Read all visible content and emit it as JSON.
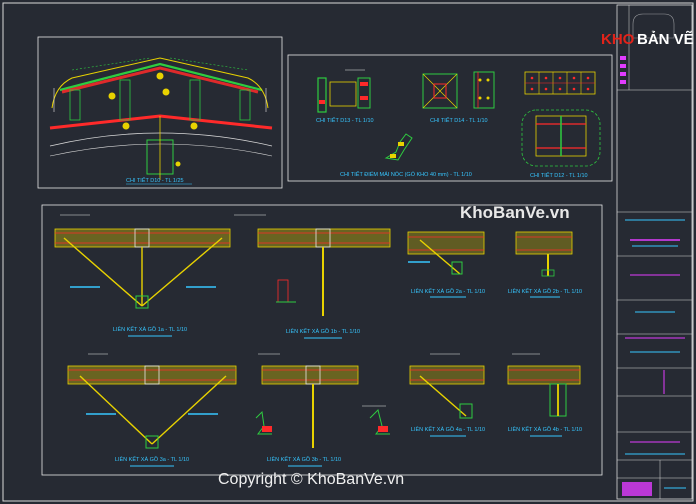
{
  "logo": {
    "part1": "KHO",
    "part2": "BẢN VẼ"
  },
  "watermark": "KhoBanVe.vn",
  "copyright": "Copyright © KhoBanVe.vn",
  "detail_labels": {
    "d10": "CHI TIẾT D10 - TL 1/25",
    "d13": "CHI TIẾT D13 - TL 1/10",
    "d14": "CHI TIẾT D14 - TL 1/10",
    "d12": "CHI TIẾT D12 - TL 1/10",
    "ridge": "CHI TIẾT ĐIỂM MÁI NÓC (GÓ KHO 40 mm) - TL 1/10"
  },
  "connection_labels": {
    "c1a": "LIÊN KẾT XÀ GỒ 1a - TL 1/10",
    "c1b": "LIÊN KẾT XÀ GỒ 1b - TL 1/10",
    "c2a": "LIÊN KẾT XÀ GỒ 2a - TL 1/10",
    "c2b": "LIÊN KẾT XÀ GỒ 2b - TL 1/10",
    "c3a": "LIÊN KẾT XÀ GỒ 3a - TL 1/10",
    "c3b": "LIÊN KẾT XÀ GỒ 3b - TL 1/10",
    "c4a": "LIÊN KẾT XÀ GỒ 4a - TL 1/10",
    "c4b": "LIÊN KẾT XÀ GỒ 4b - TL 1/10"
  },
  "colors": {
    "background": "#262a33",
    "frame": "#ffffff",
    "beam": "#e8d200",
    "plate_red": "#ff2a2a",
    "green": "#2ecc40",
    "cyan": "#36c6ff",
    "magenta": "#e13cff"
  }
}
